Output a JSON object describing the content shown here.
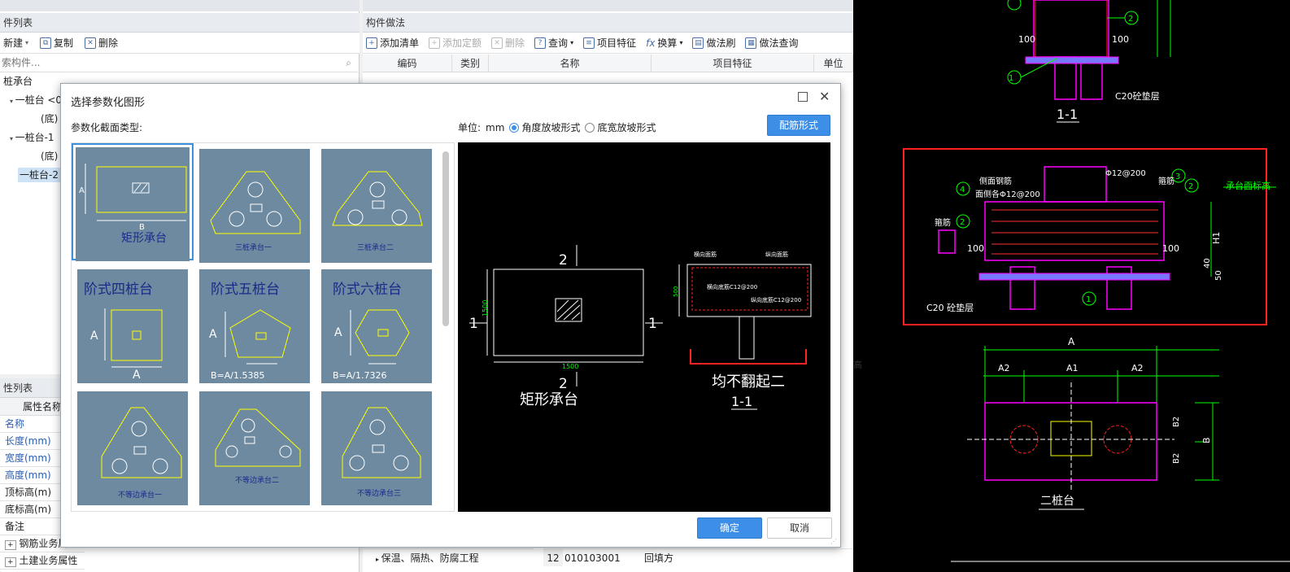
{
  "left_panel": {
    "title": "件列表",
    "toolbar": {
      "new": "新建",
      "copy": "复制",
      "delete": "删除"
    },
    "search_placeholder": "索构件...",
    "tree": [
      {
        "label": "桩承台"
      },
      {
        "label": "一桩台 <0"
      },
      {
        "label": "(底)"
      },
      {
        "label": "一桩台-1"
      },
      {
        "label": "(底)"
      },
      {
        "label": "一桩台-2"
      }
    ]
  },
  "props_panel": {
    "title": "性列表",
    "header": "属性名称",
    "rows": [
      "名称",
      "长度(mm)",
      "宽度(mm)",
      "高度(mm)",
      "顶标高(m)",
      "底标高(m)",
      "备注",
      "钢筋业务属",
      "土建业务属性"
    ]
  },
  "right_panel": {
    "title": "构件做法",
    "toolbar": [
      "添加清单",
      "添加定额",
      "删除",
      "查询",
      "项目特征",
      "换算",
      "做法刷",
      "做法查询"
    ],
    "columns": [
      "编码",
      "类别",
      "名称",
      "项目特征",
      "单位"
    ],
    "bottom_tree_item": "保温、隔热、防腐工程",
    "bottom_row": {
      "index": "12",
      "code": "010103001",
      "name": "回填方"
    }
  },
  "dialog": {
    "title": "选择参数化图形",
    "section_label": "参数化截面类型:",
    "unit_label": "单位:",
    "unit_value": "mm",
    "radio1": "角度放坡形式",
    "radio2": "底宽放坡形式",
    "rebar_button": "配筋形式",
    "ok": "确定",
    "cancel": "取消",
    "shapes": [
      {
        "label": "矩形承台"
      },
      {
        "label": "三桩承台一"
      },
      {
        "label": "三桩承台二"
      },
      {
        "label": "阶式四桩台",
        "sub": "A"
      },
      {
        "label": "阶式五桩台",
        "sub": "B=A/1.5385"
      },
      {
        "label": "阶式六桩台",
        "sub": "B=A/1.7326"
      },
      {
        "label": "不等边承台一"
      },
      {
        "label": "不等边承台二"
      },
      {
        "label": "不等边承台三"
      }
    ],
    "preview": {
      "caption": "矩形承台",
      "section_caption": "均不翻起二",
      "section_label": "1-1",
      "dim_1500": "1500",
      "mark2": "2",
      "mark1": "1",
      "rebar_h_top": "横向面筋",
      "rebar_v_top": "纵向面筋",
      "rebar_h_bot": "横向底筋C12@200",
      "rebar_v_bot": "纵向底筋C12@200",
      "dim_500": "500"
    }
  },
  "cad": {
    "top_label": "1-1",
    "cushion": "C20砼垫层",
    "side_rebar": "侧面钢筋",
    "side_rebar_spec": "面侧各Φ12@200",
    "top_rebar": "Φ12@200",
    "stirrup": "箍筋",
    "elev": "承台面标高",
    "cushion2": "C20 砼垫层",
    "dim_A": "A",
    "dim_A1": "A1",
    "dim_A2": "A2",
    "dim_B": "B",
    "dim_B2": "B2",
    "dim_H1": "H1",
    "dim_100": "100",
    "dim_40": "40",
    "dim_50": "50",
    "bottom_label": "二桩台",
    "mark_gao": "高"
  }
}
